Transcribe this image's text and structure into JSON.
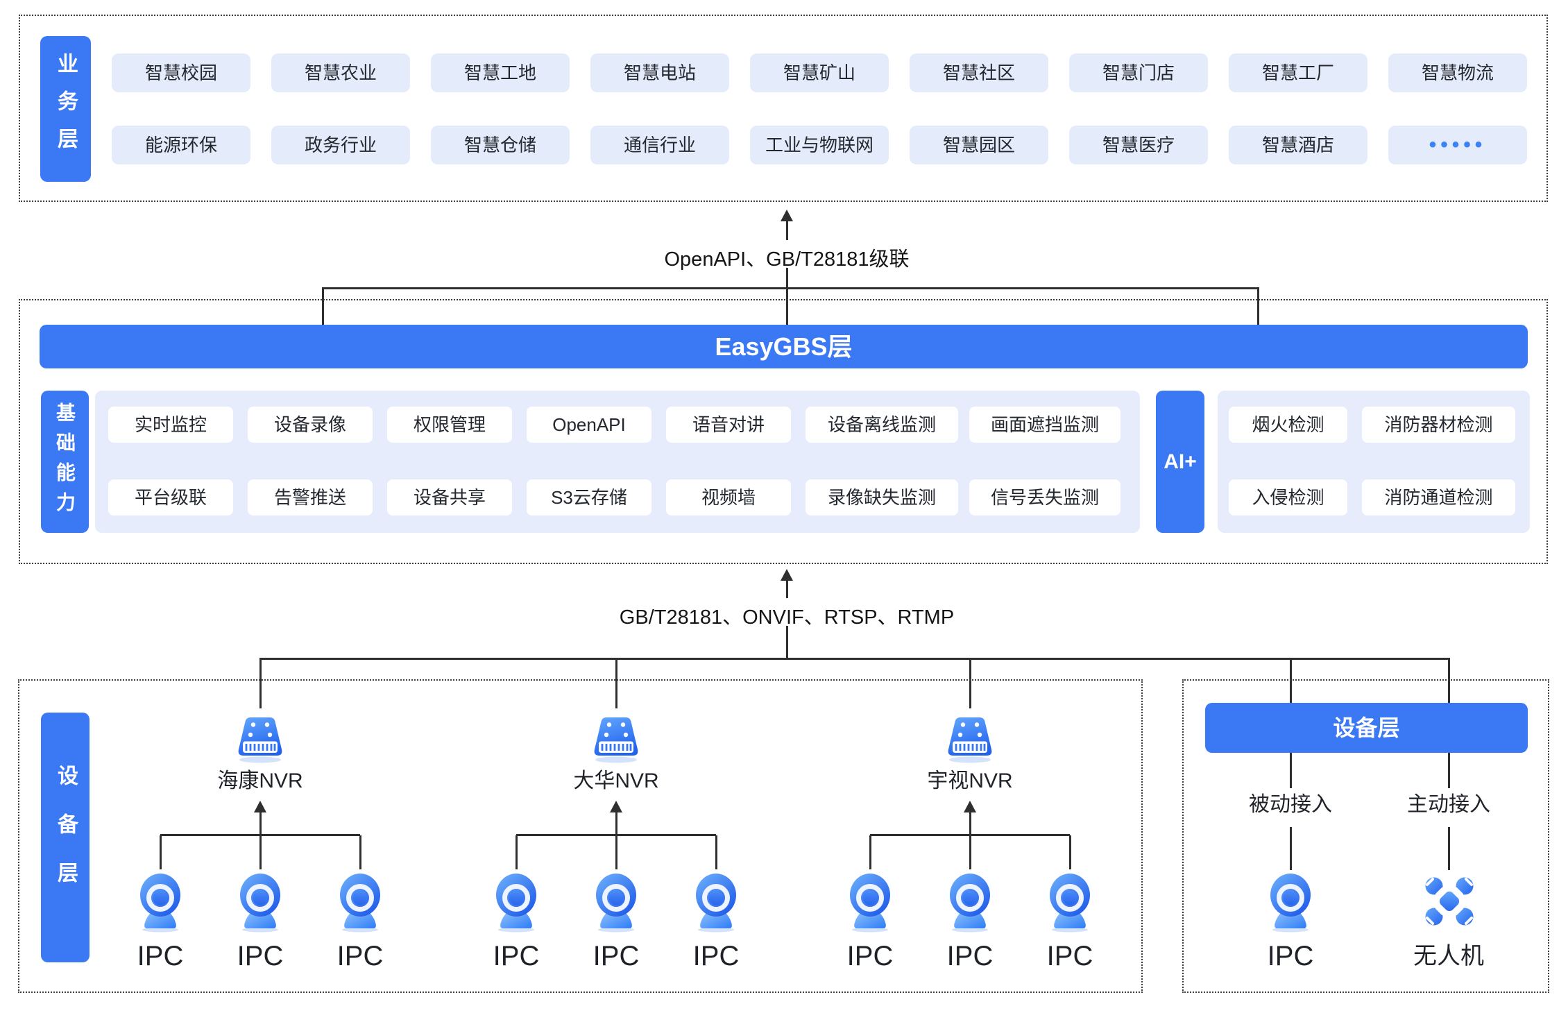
{
  "colors": {
    "primary_blue": "#3b78f3",
    "chip_bg": "#e4ebfb",
    "panel_bg": "#e6ecfb",
    "dot_accent": "#3b82f6",
    "line": "#2f2f2f",
    "text_dark": "#23272e"
  },
  "business": {
    "label": "业务层",
    "row1": [
      "智慧校园",
      "智慧农业",
      "智慧工地",
      "智慧电站",
      "智慧矿山",
      "智慧社区",
      "智慧门店",
      "智慧工厂",
      "智慧物流"
    ],
    "row2": [
      "能源环保",
      "政务行业",
      "智慧仓储",
      "通信行业",
      "工业与物联网",
      "智慧园区",
      "智慧医疗",
      "智慧酒店",
      "•••••"
    ]
  },
  "link_top": {
    "label": "OpenAPI、GB/T28181级联"
  },
  "gbs": {
    "title": "EasyGBS层",
    "capability_label": "基础能力",
    "cap_row1": [
      "实时监控",
      "设备录像",
      "权限管理",
      "OpenAPI",
      "语音对讲",
      "设备离线监测",
      "画面遮挡监测"
    ],
    "cap_row2": [
      "平台级联",
      "告警推送",
      "设备共享",
      "S3云存储",
      "视频墙",
      "录像缺失监测",
      "信号丢失监测"
    ],
    "ai_label": "AI+",
    "ai_row1": [
      "烟火检测",
      "消防器材检测"
    ],
    "ai_row2": [
      "入侵检测",
      "消防通道检测"
    ]
  },
  "link_bottom": {
    "label": "GB/T28181、ONVIF、RTSP、RTMP"
  },
  "devices_left": {
    "label": "设备层",
    "groups": [
      {
        "nvr": "海康NVR",
        "ipc1": "IPC",
        "ipc2": "IPC",
        "ipc3": "IPC"
      },
      {
        "nvr": "大华NVR",
        "ipc1": "IPC",
        "ipc2": "IPC",
        "ipc3": "IPC"
      },
      {
        "nvr": "宇视NVR",
        "ipc1": "IPC",
        "ipc2": "IPC",
        "ipc3": "IPC"
      }
    ]
  },
  "devices_right": {
    "title": "设备层",
    "passive": {
      "access": "被动接入",
      "device": "IPC"
    },
    "active": {
      "access": "主动接入",
      "device": "无人机"
    }
  }
}
